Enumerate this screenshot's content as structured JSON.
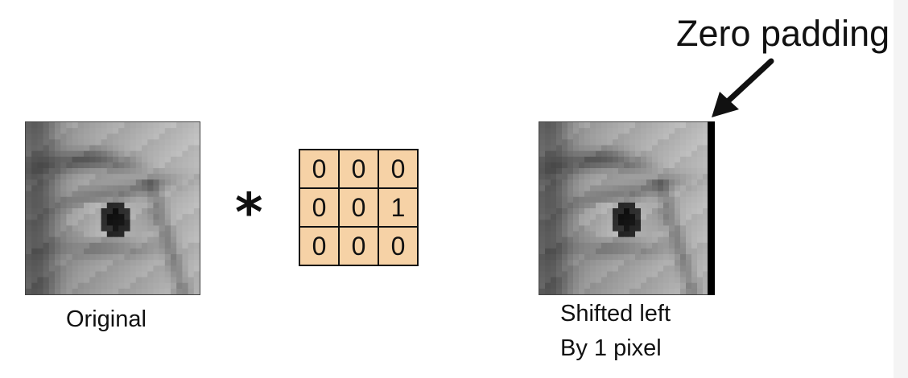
{
  "annotation": {
    "zero_padding": "Zero padding"
  },
  "operator": "*",
  "kernel": {
    "rows": [
      [
        "0",
        "0",
        "0"
      ],
      [
        "0",
        "0",
        "1"
      ],
      [
        "0",
        "0",
        "0"
      ]
    ],
    "fill_color": "#f6d2a6"
  },
  "captions": {
    "original": "Original",
    "shifted_line1": "Shifted left",
    "shifted_line2": "By 1 pixel"
  },
  "colors": {
    "padding_bar": "#000000"
  }
}
